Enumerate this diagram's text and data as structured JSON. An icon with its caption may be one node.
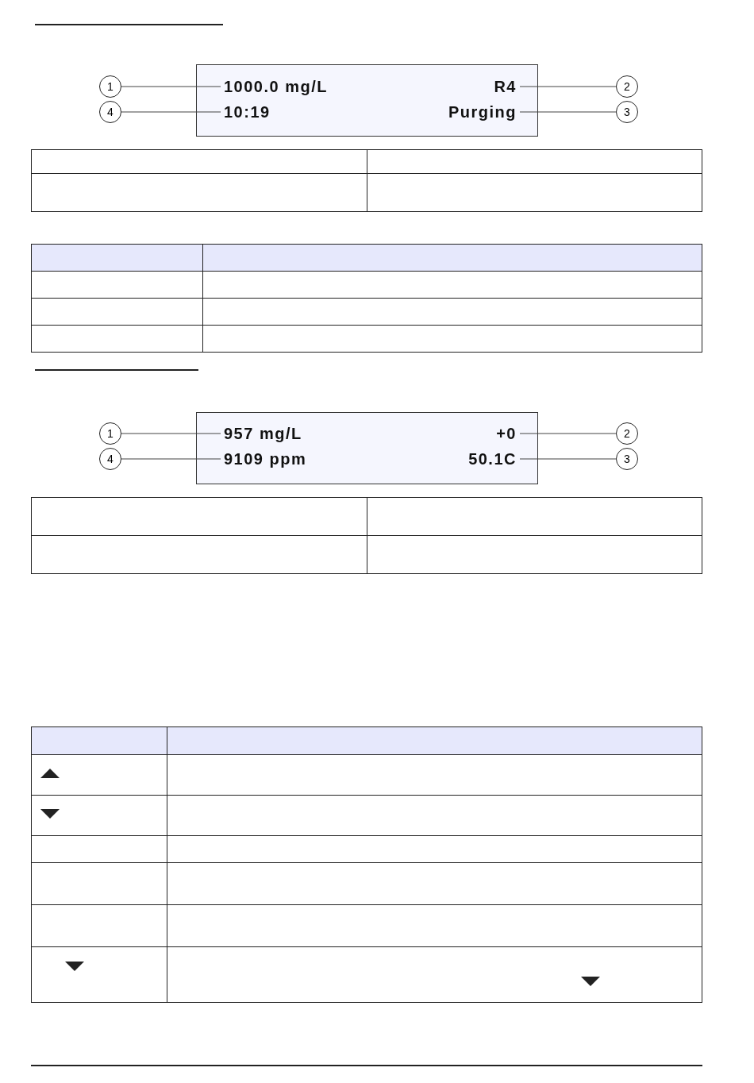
{
  "diagram": {
    "nodes": [
      {
        "text": [],
        "shape": "box"
      },
      {
        "text": [
          "1"
        ]
      },
      {
        "text": [
          "1000.0 mg/L"
        ],
        "in": 0
      },
      {
        "text": [
          "R4"
        ],
        "in": 0
      },
      {
        "text": [
          "2"
        ]
      },
      {
        "text": [
          "4"
        ]
      },
      {
        "text": [
          "10:19"
        ],
        "in": 0
      },
      {
        "text": [
          "Purging"
        ],
        "in": 0
      },
      {
        "text": [
          "3"
        ]
      },
      {
        "text": [],
        "shape": "box"
      },
      {
        "text": [
          "1"
        ]
      },
      {
        "text": [
          "957 mg/L"
        ],
        "in": 9
      },
      {
        "text": [
          "+0"
        ],
        "in": 9
      },
      {
        "text": [
          "2"
        ]
      },
      {
        "text": [
          "4"
        ]
      },
      {
        "text": [
          "9109 ppm"
        ],
        "in": 9
      },
      {
        "text": [
          "50.1C"
        ],
        "in": 9
      },
      {
        "text": [
          "3"
        ]
      }
    ],
    "edges": [
      {
        "from": 1,
        "to": 2,
        "arrow": "none"
      },
      {
        "from": 4,
        "to": 3,
        "arrow": "none"
      },
      {
        "from": 5,
        "to": 6,
        "arrow": "none"
      },
      {
        "from": 8,
        "to": 7,
        "arrow": "none"
      },
      {
        "from": 10,
        "to": 11,
        "arrow": "none"
      },
      {
        "from": 13,
        "to": 12,
        "arrow": "none"
      },
      {
        "from": 14,
        "to": 15,
        "arrow": "none"
      },
      {
        "from": 17,
        "to": 16,
        "arrow": "none"
      }
    ]
  }
}
